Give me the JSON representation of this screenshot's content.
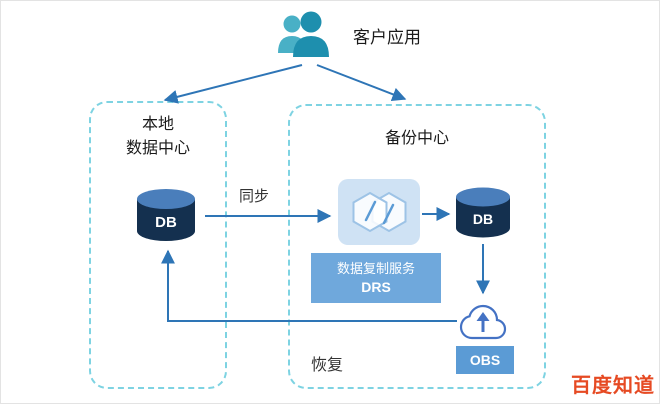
{
  "client": {
    "label": "客户应用"
  },
  "local_dc": {
    "line1": "本地",
    "line2": "数据中心"
  },
  "backup_dc": {
    "title": "备份中心"
  },
  "db_left": {
    "label": "DB"
  },
  "db_right": {
    "label": "DB"
  },
  "drs_box": {
    "line1": "数据复制服务",
    "line2": "DRS"
  },
  "obs": {
    "label": "OBS"
  },
  "edges": {
    "sync": "同步",
    "recover": "恢复"
  },
  "watermark": {
    "text": "百度知道"
  },
  "icons": {
    "client": "users-icon",
    "db": "database-cylinder-icon",
    "drs": "replication-service-icon",
    "cloud": "cloud-upload-icon"
  },
  "colors": {
    "arrow": "#2e75b6",
    "dashed_border": "#7ed3e2",
    "db_body": "#14304f",
    "db_top": "#4a7ebb",
    "drs_icon_bg": "#cfe2f4",
    "drs_label_box": "#6fa8dc",
    "obs_box": "#5b9bd5",
    "cloud_stroke": "#4472c4",
    "person_front": "#1e8fae",
    "person_back": "#49b0c6",
    "watermark": "#e64a23"
  }
}
